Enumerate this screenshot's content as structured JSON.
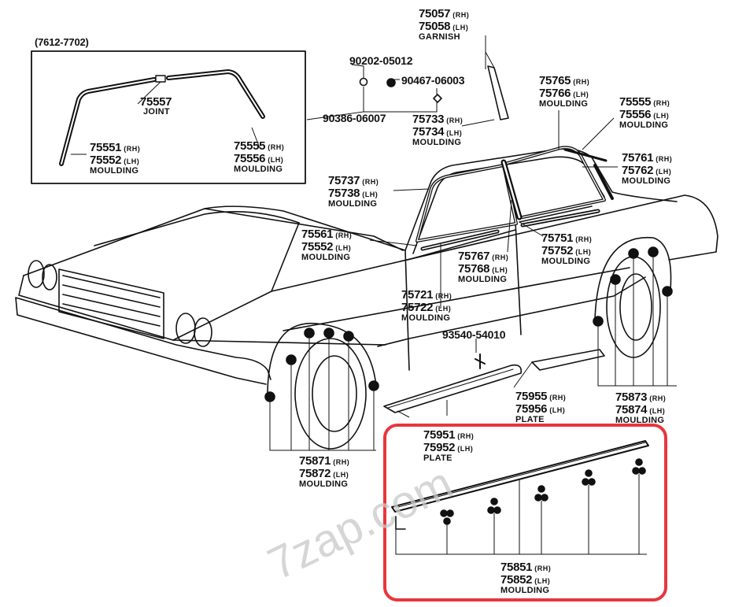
{
  "inset": {
    "header": "(7612-7702)"
  },
  "labels": {
    "garnish": {
      "rh": "75057",
      "rh_side": "(RH)",
      "lh": "75058",
      "lh_side": "(LH)",
      "name": "GARNISH"
    },
    "bolt1": "90202-05012",
    "bolt2": "90467-06003",
    "bolt3": "90386-06007",
    "joint": {
      "part": "75557",
      "name": "JOINT"
    },
    "inset_moulding_front": {
      "rh": "75551",
      "rh_side": "(RH)",
      "lh": "75552",
      "lh_side": "(LH)",
      "name": "MOULDING"
    },
    "inset_moulding_rear": {
      "rh": "75555",
      "rh_side": "(RH)",
      "lh": "75556",
      "lh_side": "(LH)",
      "name": "MOULDING"
    },
    "pillar": {
      "rh": "75733",
      "rh_side": "(RH)",
      "lh": "75734",
      "lh_side": "(LH)",
      "name": "MOULDING"
    },
    "rear_window": {
      "rh": "75765",
      "rh_side": "(RH)",
      "lh": "75766",
      "lh_side": "(LH)",
      "name": "MOULDING"
    },
    "roof": {
      "rh": "75555",
      "rh_side": "(RH)",
      "lh": "75556",
      "lh_side": "(LH)",
      "name": "MOULDING"
    },
    "quarter": {
      "rh": "75761",
      "rh_side": "(RH)",
      "lh": "75762",
      "lh_side": "(LH)",
      "name": "MOULDING"
    },
    "windshield": {
      "rh": "75737",
      "rh_side": "(RH)",
      "lh": "75738",
      "lh_side": "(LH)",
      "name": "MOULDING"
    },
    "belt_front": {
      "rh": "75561",
      "rh_side": "(RH)",
      "lh": "75552",
      "lh_side": "(LH)",
      "name": "MOULDING"
    },
    "belt_rear": {
      "rh": "75751",
      "rh_side": "(RH)",
      "lh": "75752",
      "lh_side": "(LH)",
      "name": "MOULDING"
    },
    "door_belt": {
      "rh": "75767",
      "rh_side": "(RH)",
      "lh": "75768",
      "lh_side": "(LH)",
      "name": "MOULDING"
    },
    "body_side": {
      "rh": "75721",
      "rh_side": "(RH)",
      "lh": "75722",
      "lh_side": "(LH)",
      "name": "MOULDING"
    },
    "screw": "93540-54010",
    "plate_rear": {
      "rh": "75955",
      "rh_side": "(RH)",
      "lh": "75956",
      "lh_side": "(LH)",
      "name": "PLATE"
    },
    "wheel_rear": {
      "rh": "75873",
      "rh_side": "(RH)",
      "lh": "75874",
      "lh_side": "(LH)",
      "name": "MOULDING"
    },
    "plate_front": {
      "rh": "75951",
      "rh_side": "(RH)",
      "lh": "75952",
      "lh_side": "(LH)",
      "name": "PLATE"
    },
    "wheel_front": {
      "rh": "75871",
      "rh_side": "(RH)",
      "lh": "75872",
      "lh_side": "(LH)",
      "name": "MOULDING"
    },
    "rocker": {
      "rh": "75851",
      "rh_side": "(RH)",
      "lh": "75852",
      "lh_side": "(LH)",
      "name": "MOULDING"
    }
  },
  "highlight_color": "#e8363c",
  "watermark": "7zap.com"
}
